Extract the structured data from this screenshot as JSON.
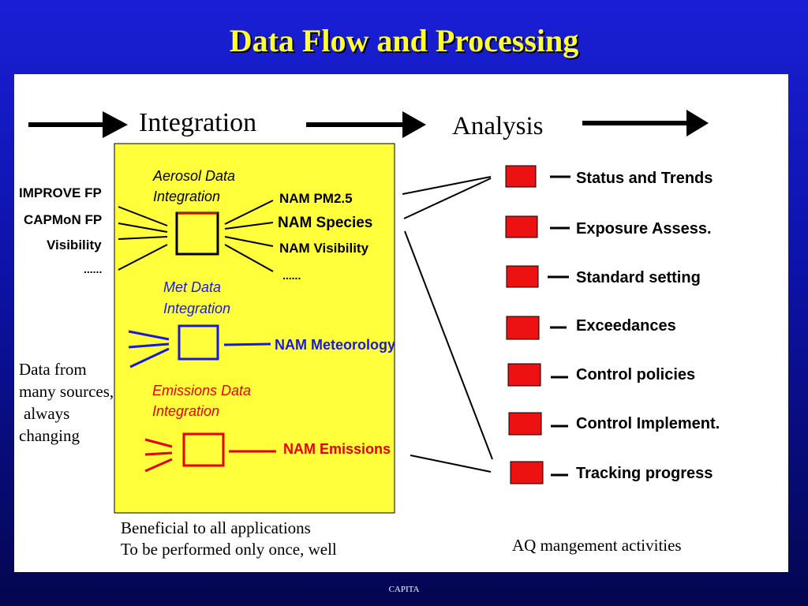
{
  "slide": {
    "title": "Data Flow and Processing",
    "footer": "CAPITA"
  },
  "headers": {
    "integration": "Integration",
    "analysis": "Analysis"
  },
  "integration_box": {
    "aerosol": {
      "title_line1": "Aerosol Data",
      "title_line2": "Integration",
      "outputs": [
        "NAM PM2.5",
        "NAM Species",
        "NAM Visibility",
        "......"
      ]
    },
    "met": {
      "title_line1": "Met Data",
      "title_line2": "Integration",
      "output": "NAM Meteorology"
    },
    "emissions": {
      "title_line1": "Emissions Data",
      "title_line2": "Integration",
      "output": "NAM Emissions"
    }
  },
  "inputs": [
    "IMPROVE FP",
    "CAPMoN FP",
    "Visibility",
    "......"
  ],
  "sources_note": [
    "Data from",
    "many sources,",
    "always",
    "changing"
  ],
  "benefit_note": [
    "Beneficial to all applications",
    "To be performed only once, well"
  ],
  "activities": [
    "Status and Trends",
    "Exposure Assess.",
    "Standard setting",
    "Exceedances",
    "Control policies",
    "Control Implement.",
    "Tracking progress"
  ],
  "activities_caption": "AQ mangement activities",
  "colors": {
    "slide_bg": "#0d12a8",
    "title": "#ffff33",
    "integration_box": "#ffff3c",
    "aerosol": "#000000",
    "met": "#1a1adc",
    "emissions": "#e60000",
    "activity_box": "#ee1111"
  }
}
